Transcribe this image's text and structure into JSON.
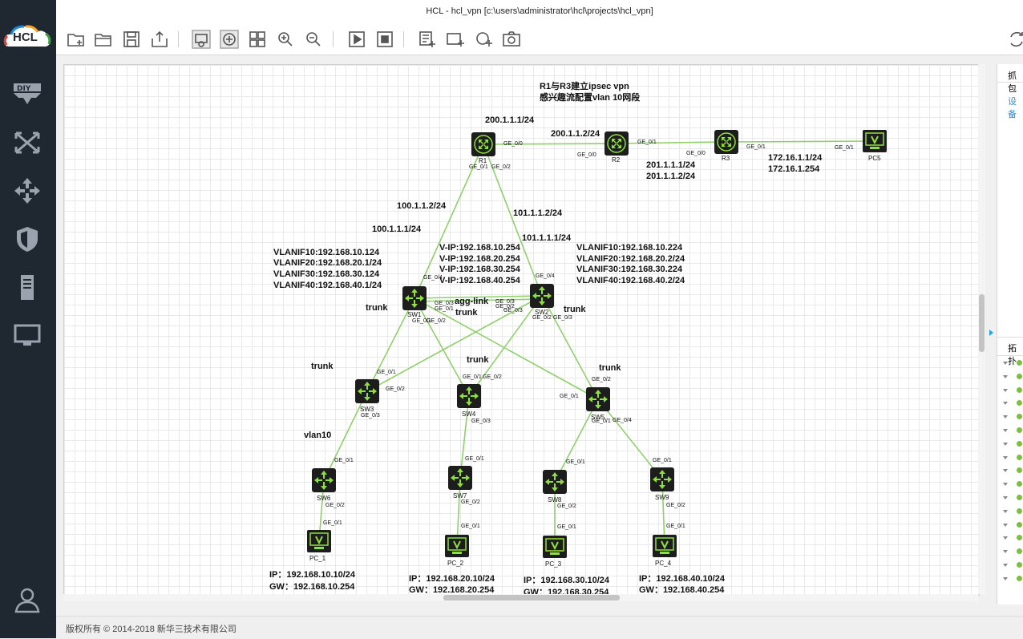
{
  "window": {
    "title": "HCL - hcl_vpn [c:\\users\\administrator\\hcl\\projects\\hcl_vpn]"
  },
  "app": {
    "logo_text": "HCL"
  },
  "sidebar": {
    "items": [
      {
        "name": "diy",
        "icon": "diy-icon"
      },
      {
        "name": "switch",
        "icon": "switch-icon"
      },
      {
        "name": "router",
        "icon": "router-icon"
      },
      {
        "name": "security",
        "icon": "shield-icon"
      },
      {
        "name": "server",
        "icon": "server-icon"
      },
      {
        "name": "terminal",
        "icon": "terminal-icon"
      },
      {
        "name": "user",
        "icon": "user-icon"
      }
    ]
  },
  "toolbar": {
    "buttons": [
      "new-project",
      "open-project",
      "save",
      "export",
      "show-labels",
      "toggle-ports",
      "grid",
      "zoom-in",
      "zoom-out",
      "start-all",
      "stop-all",
      "configure",
      "add-text",
      "add-shape",
      "snapshot"
    ]
  },
  "canvas": {
    "annotations": [
      {
        "id": "note1",
        "text": "R1与R3建立ipsec vpn"
      },
      {
        "id": "note2",
        "text": "感兴趣流配置vlan 10网段"
      },
      {
        "id": "r1_ip",
        "text": "200.1.1.1/24"
      },
      {
        "id": "r2_ip1",
        "text": "200.1.1.2/24"
      },
      {
        "id": "r2_ip2",
        "text": "201.1.1.1/24"
      },
      {
        "id": "r3_ip",
        "text": "201.1.1.2/24"
      },
      {
        "id": "r3_ip2",
        "text": "172.16.1.1/24"
      },
      {
        "id": "pc5_gw",
        "text": "172.16.1.254"
      },
      {
        "id": "r1_sw1_a",
        "text": "100.1.1.2/24"
      },
      {
        "id": "r1_sw1_b",
        "text": "100.1.1.1/24"
      },
      {
        "id": "r1_sw2_a",
        "text": "101.1.1.2/24"
      },
      {
        "id": "r1_sw2_b",
        "text": "101.1.1.1/24"
      },
      {
        "id": "sw1_v1",
        "text": "VLANIF10:192.168.10.124"
      },
      {
        "id": "sw1_v2",
        "text": "VLANIF20:192.168.20.1/24"
      },
      {
        "id": "sw1_v3",
        "text": "VLANIF30:192.168.30.124"
      },
      {
        "id": "sw1_v4",
        "text": "VLANIF40:192.168.40.1/24"
      },
      {
        "id": "vip1",
        "text": "V-IP:192.168.10.254"
      },
      {
        "id": "vip2",
        "text": "V-IP:192.168.20.254"
      },
      {
        "id": "vip3",
        "text": "V-IP:192.168.30.254"
      },
      {
        "id": "vip4",
        "text": "V-IP:192.168.40.254"
      },
      {
        "id": "sw2_v1",
        "text": "VLANIF10:192.168.10.224"
      },
      {
        "id": "sw2_v2",
        "text": "VLANIF20:192.168.20.2/24"
      },
      {
        "id": "sw2_v3",
        "text": "VLANIF30:192.168.30.224"
      },
      {
        "id": "sw2_v4",
        "text": "VLANIF40:192.168.40.2/24"
      },
      {
        "id": "agg",
        "text": "agg-link"
      },
      {
        "id": "trunk1",
        "text": "trunk"
      },
      {
        "id": "trunk2",
        "text": "trunk"
      },
      {
        "id": "trunk3",
        "text": "trunk"
      },
      {
        "id": "trunk4",
        "text": "trunk"
      },
      {
        "id": "trunk5",
        "text": "trunk"
      },
      {
        "id": "trunk6",
        "text": "trunk"
      },
      {
        "id": "vlan10",
        "text": "vlan10"
      },
      {
        "id": "pc1_ip",
        "text": "IP：192.168.10.10/24"
      },
      {
        "id": "pc1_gw",
        "text": "GW：192.168.10.254"
      },
      {
        "id": "pc2_ip",
        "text": "IP：192.168.20.10/24"
      },
      {
        "id": "pc2_gw",
        "text": "GW：192.168.20.254"
      },
      {
        "id": "pc3_ip",
        "text": "IP：192.168.30.10/24"
      },
      {
        "id": "pc3_gw",
        "text": "GW：192.168.30.254"
      },
      {
        "id": "pc4_ip",
        "text": "IP：192.168.40.10/24"
      },
      {
        "id": "pc4_gw",
        "text": "GW：192.168.40.254"
      }
    ],
    "devices": [
      {
        "id": "R1",
        "name": "R1",
        "type": "router"
      },
      {
        "id": "R2",
        "name": "R2",
        "type": "router"
      },
      {
        "id": "R3",
        "name": "R3",
        "type": "router"
      },
      {
        "id": "PC5",
        "name": "PC5",
        "type": "pc"
      },
      {
        "id": "SW1",
        "name": "SW1",
        "type": "switch"
      },
      {
        "id": "SW2",
        "name": "SW2",
        "type": "switch"
      },
      {
        "id": "SW3",
        "name": "SW3",
        "type": "switch"
      },
      {
        "id": "SW4",
        "name": "SW4",
        "type": "switch"
      },
      {
        "id": "SW5",
        "name": "SW5",
        "type": "switch"
      },
      {
        "id": "SW6",
        "name": "SW6",
        "type": "switch"
      },
      {
        "id": "SW7",
        "name": "SW7",
        "type": "switch"
      },
      {
        "id": "SW8",
        "name": "SW8",
        "type": "switch"
      },
      {
        "id": "SW9",
        "name": "SW9",
        "type": "switch"
      },
      {
        "id": "PC_1",
        "name": "PC_1",
        "type": "pc"
      },
      {
        "id": "PC_2",
        "name": "PC_2",
        "type": "pc"
      },
      {
        "id": "PC_3",
        "name": "PC_3",
        "type": "pc"
      },
      {
        "id": "PC_4",
        "name": "PC_4",
        "type": "pc"
      }
    ],
    "ports": [
      {
        "id": "p1",
        "text": "GE_0/0"
      },
      {
        "id": "p2",
        "text": "GE_0/0"
      },
      {
        "id": "p3",
        "text": "GE_0/1"
      },
      {
        "id": "p4",
        "text": "GE_0/0"
      },
      {
        "id": "p5",
        "text": "GE_0/1"
      },
      {
        "id": "p6",
        "text": "GE_0/1"
      },
      {
        "id": "p7",
        "text": "GE_0/1"
      },
      {
        "id": "p8",
        "text": "GE_0/2"
      },
      {
        "id": "p9",
        "text": "GE_0/4"
      },
      {
        "id": "p10",
        "text": "GE_0/4"
      },
      {
        "id": "p11",
        "text": "GE_0/3"
      },
      {
        "id": "p12",
        "text": "GE_0/3"
      },
      {
        "id": "p13",
        "text": "GE_0/1"
      },
      {
        "id": "p14",
        "text": "GE_0/2"
      },
      {
        "id": "p15",
        "text": "GE_0/2"
      },
      {
        "id": "p16",
        "text": "GE_0/3"
      },
      {
        "id": "p17",
        "text": "GE_0/1"
      },
      {
        "id": "p18",
        "text": "GE_0/2"
      },
      {
        "id": "p19",
        "text": "GE_0/3"
      },
      {
        "id": "p20",
        "text": "GE_0/1"
      },
      {
        "id": "p21",
        "text": "GE_0/2"
      },
      {
        "id": "p22",
        "text": "GE_0/3"
      },
      {
        "id": "p23",
        "text": "GE_0/2"
      },
      {
        "id": "p24",
        "text": "GE_0/1"
      },
      {
        "id": "p25",
        "text": "GE_0/3"
      },
      {
        "id": "p26",
        "text": "GE_0/4"
      },
      {
        "id": "p27",
        "text": "GE_0/1"
      },
      {
        "id": "p28",
        "text": "GE_0/2"
      },
      {
        "id": "p29",
        "text": "GE_0/1"
      },
      {
        "id": "p30",
        "text": "GE_0/1"
      },
      {
        "id": "p31",
        "text": "GE_0/2"
      },
      {
        "id": "p32",
        "text": "GE_0/1"
      },
      {
        "id": "p33",
        "text": "GE_0/1"
      },
      {
        "id": "p34",
        "text": "GE_0/2"
      },
      {
        "id": "p35",
        "text": "GE_0/1"
      },
      {
        "id": "p36",
        "text": "GE_0/1"
      },
      {
        "id": "p37",
        "text": "GE_0/2"
      },
      {
        "id": "p38",
        "text": "GE_0/1"
      },
      {
        "id": "p39",
        "text": "GE_0/1"
      },
      {
        "id": "p40",
        "text": "GE_0/2"
      },
      {
        "id": "p41",
        "text": "GE_0/1"
      }
    ]
  },
  "right_panel": {
    "capture_title": "抓包",
    "capture_item": "设备",
    "topology_title": "拓扑",
    "status_count": 17,
    "status_color": "#7bc043"
  },
  "footer": {
    "copyright": "版权所有 © 2014-2018 新华三技术有限公司"
  },
  "colors": {
    "link": "#8fd06b",
    "icon_green": "#8ee03a",
    "device_dark": "#1d1d1d",
    "sidebar_bg": "#1f2731"
  }
}
